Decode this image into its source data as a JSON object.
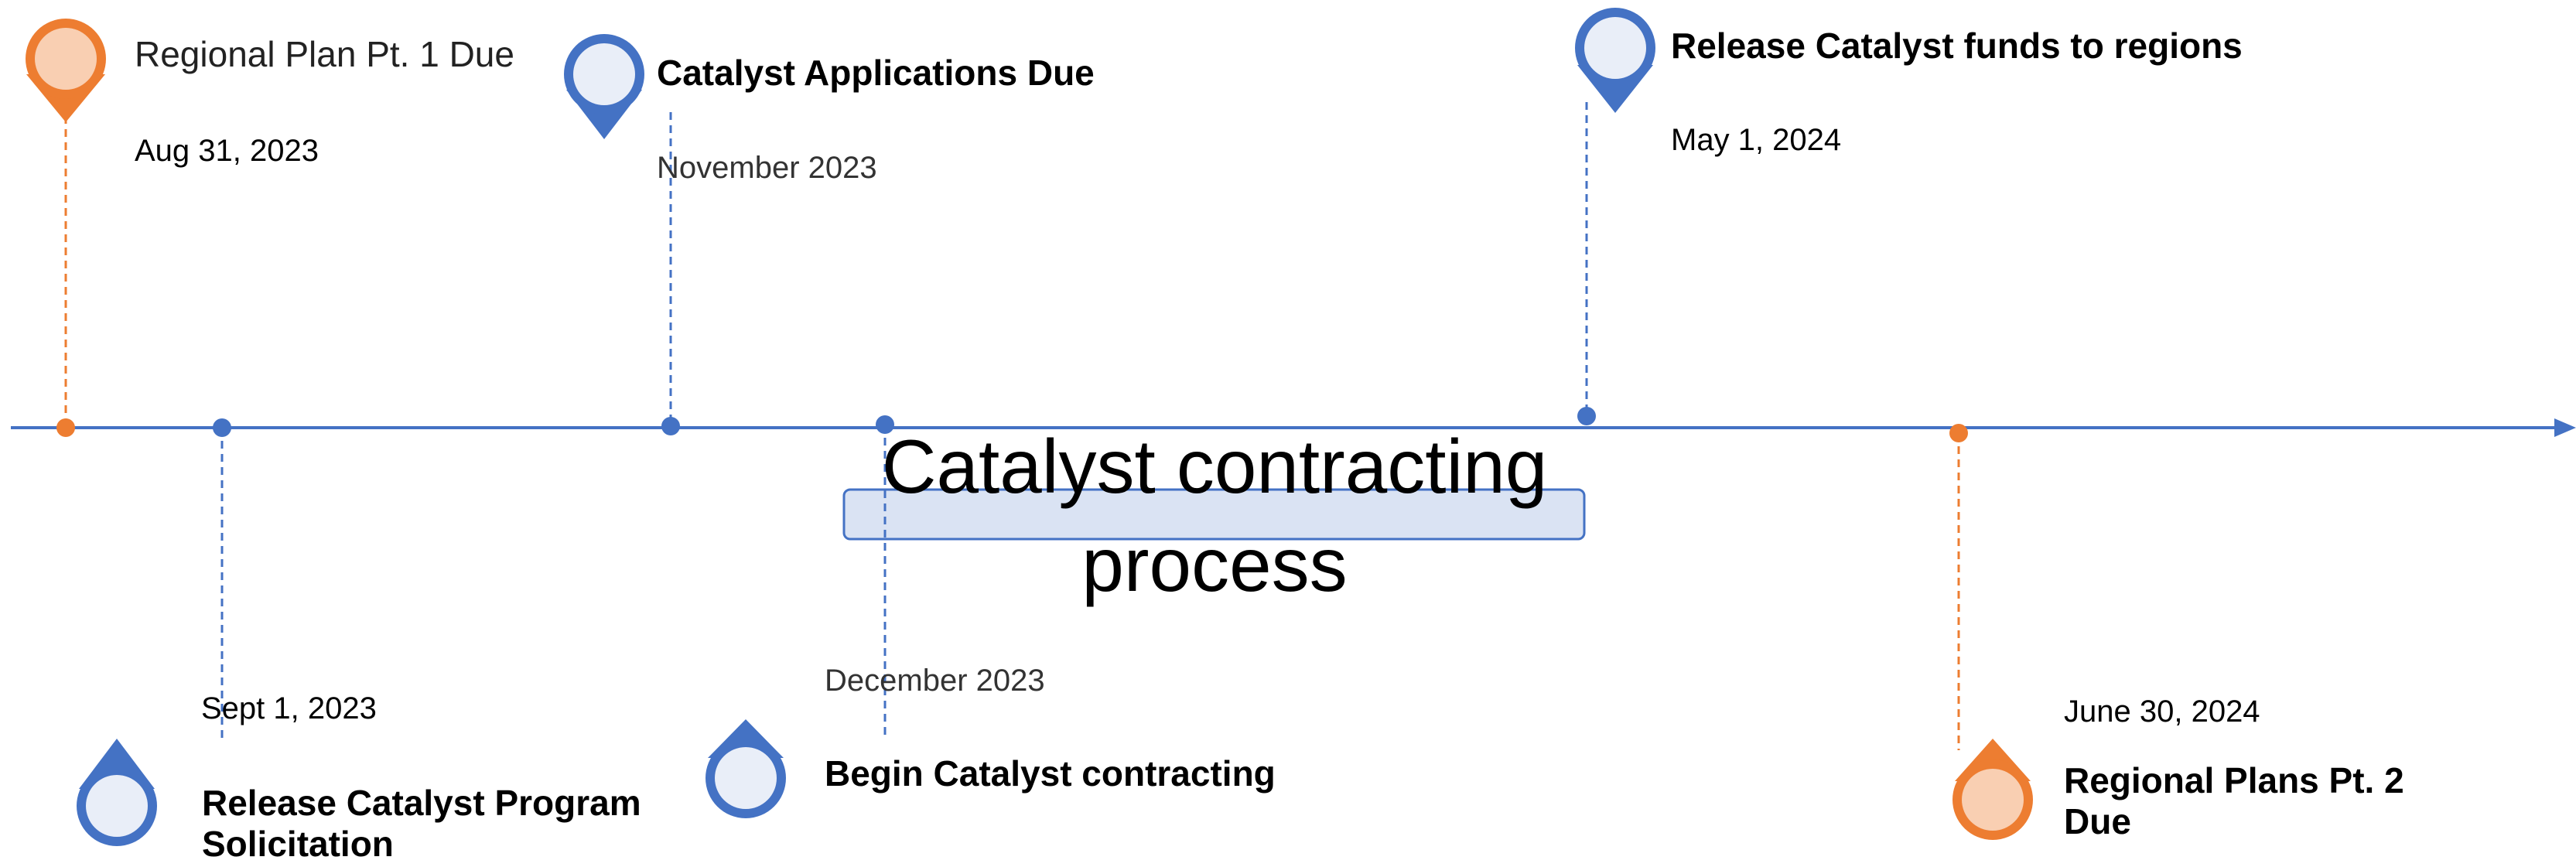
{
  "colors": {
    "axis": "#4472c4",
    "blue_marker": "#4472c4",
    "blue_fill": "#e9eef8",
    "orange_marker": "#ed7d31",
    "orange_fill": "#f9cfb2",
    "process_bar_fill": "#dae3f3"
  },
  "milestones": [
    {
      "id": "regional-plan-pt1",
      "title": "Regional Plan Pt. 1 Due",
      "date": "Aug 31, 2023",
      "color": "orange",
      "icon": "location-pin-icon"
    },
    {
      "id": "release-solicitation",
      "title": "Release Catalyst Program Solicitation",
      "date": "Sept 1, 2023",
      "color": "blue",
      "icon": "location-pin-icon"
    },
    {
      "id": "applications-due",
      "title": "Catalyst Applications Due",
      "date": "November 2023",
      "color": "blue",
      "icon": "location-pin-icon"
    },
    {
      "id": "begin-contracting",
      "title": "Begin Catalyst contracting",
      "date": "December 2023",
      "color": "blue",
      "icon": "location-pin-icon"
    },
    {
      "id": "release-funds",
      "title": "Release Catalyst funds to regions",
      "date": "May 1, 2024",
      "color": "blue",
      "icon": "location-pin-icon"
    },
    {
      "id": "regional-plans-pt2",
      "title": "Regional Plans Pt. 2 Due",
      "date": "June 30, 2024",
      "color": "orange",
      "icon": "location-pin-icon"
    }
  ],
  "process": {
    "label": "Catalyst contracting process"
  }
}
